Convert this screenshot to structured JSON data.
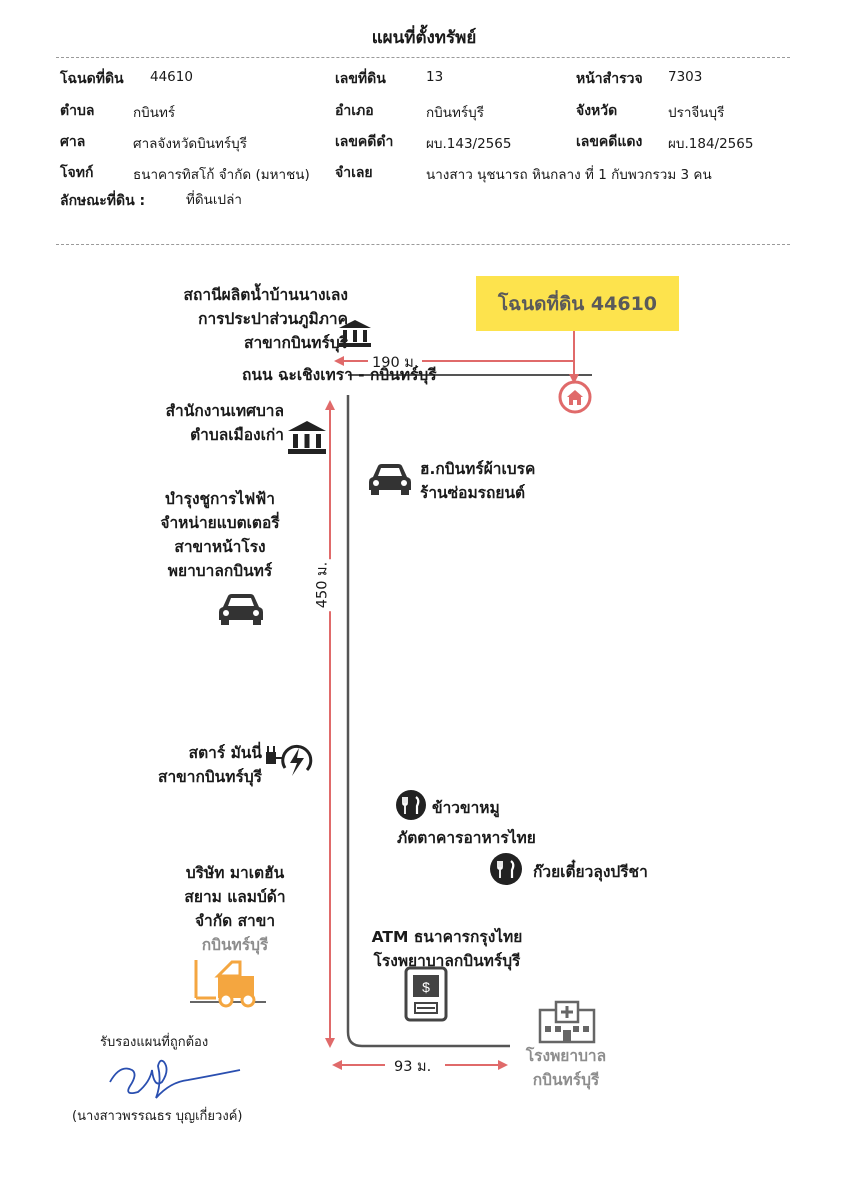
{
  "title": "แผนที่ตั้งทรัพย์",
  "info": {
    "deed_label": "โฉนดที่ดิน",
    "deed_value": "44610",
    "land_no_label": "เลขที่ดิน",
    "land_no_value": "13",
    "survey_label": "หน้าสำรวจ",
    "survey_value": "7303",
    "subdistrict_label": "ตำบล",
    "subdistrict_value": "กบินทร์",
    "district_label": "อำเภอ",
    "district_value": "กบินทร์บุรี",
    "province_label": "จังหวัด",
    "province_value": "ปราจีนบุรี",
    "court_label": "ศาล",
    "court_value": "ศาลจังหวัดบินทร์บุรี",
    "black_case_label": "เลขคดีดำ",
    "black_case_value": "ผบ.143/2565",
    "red_case_label": "เลขคดีแดง",
    "red_case_value": "ผบ.184/2565",
    "plaintiff_label": "โจทก์",
    "plaintiff_value": "ธนาคารทิสโก้ จำกัด (มหาชน)",
    "defendant_label": "จำเลย",
    "defendant_value": "นางสาว นุชนารถ หินกลาง  ที่ 1  กับพวกรวม 3 คน",
    "land_type_label": "ลักษณะที่ดิน :",
    "land_type_value": "ที่ดินเปล่า"
  },
  "map": {
    "plate": "โฉนดที่ดิน 44610",
    "road": "ถนน ฉะเชิงเทรา - กบินทร์บุรี",
    "dist_top": "190 ม.",
    "dist_side": "450 ม.",
    "dist_bottom": "93 ม.",
    "lm_water": [
      "สถานีผลิตน้ำบ้านนางเลง",
      "การประปาส่วนภูมิภาค",
      "สาขากบินทร์บุรี"
    ],
    "lm_municipal": [
      "สำนักงานเทศบาล",
      "ตำบลเมืองเก่า"
    ],
    "lm_brake": [
      "ฮ.กบินทร์ผ้าเบรค",
      "ร้านซ่อมรถยนต์"
    ],
    "lm_battery": [
      "บำรุงชูการไฟฟ้า",
      "จำหน่ายแบตเตอรี่",
      "สาขาหน้าโรง",
      "พยาบาลกบินทร์"
    ],
    "lm_money": [
      "สตาร์ มันนี่",
      "สาขากบินทร์บุรี"
    ],
    "lm_khao": "ข้าวขาหมู",
    "lm_thai": "ภัตตาคารอาหารไทย",
    "lm_noodle": "ก๊วยเตี๋ยวลุงปรีชา",
    "lm_company": [
      "บริษัท มาเตฮัน",
      "สยาม แลมบ์ด้า",
      "จำกัด สาขา",
      "กบินทร์บุรี"
    ],
    "lm_atm": [
      "ATM ธนาคารกรุงไทย",
      "โรงพยาบาลกบินทร์บุรี"
    ],
    "lm_hospital": [
      "โรงพยาบาล",
      "กบินทร์บุรี"
    ]
  },
  "signature": {
    "certify": "รับรองแผนที่ถูกต้อง",
    "name": "(นางสาวพรรณธร บุญเกี่ยวงค์)"
  },
  "colors": {
    "accent_red": "#e06a6a",
    "plate_yellow": "#fde34d",
    "ink": "#1a1a1a"
  },
  "icons": [
    "bank-icon",
    "car-icon",
    "charging-plug-icon",
    "restaurant-icon",
    "forklift-icon",
    "atm-icon",
    "hospital-icon",
    "house-marker-icon"
  ]
}
